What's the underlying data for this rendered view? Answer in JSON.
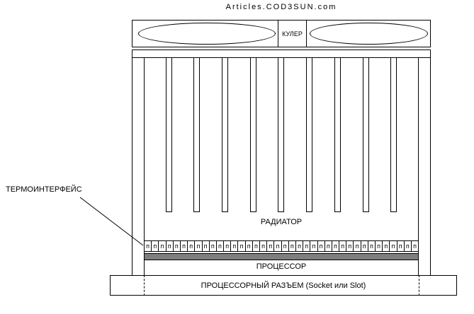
{
  "title": "Articles.COD3SUN.com",
  "cooler": {
    "label": "КУЛЕР"
  },
  "radiator": {
    "label": "РАДИАТОР",
    "fin_count": 9
  },
  "thermal_interface": {
    "label": "ТЕРМОИНТЕРФЕЙС",
    "cell_char": "п",
    "cell_count": 38
  },
  "processor": {
    "label": "ПРОЦЕССОР",
    "color": "#7f7f7f"
  },
  "socket": {
    "label": "ПРОЦЕССОРНЫЙ РАЗЪЕМ (Socket или Slot)"
  }
}
